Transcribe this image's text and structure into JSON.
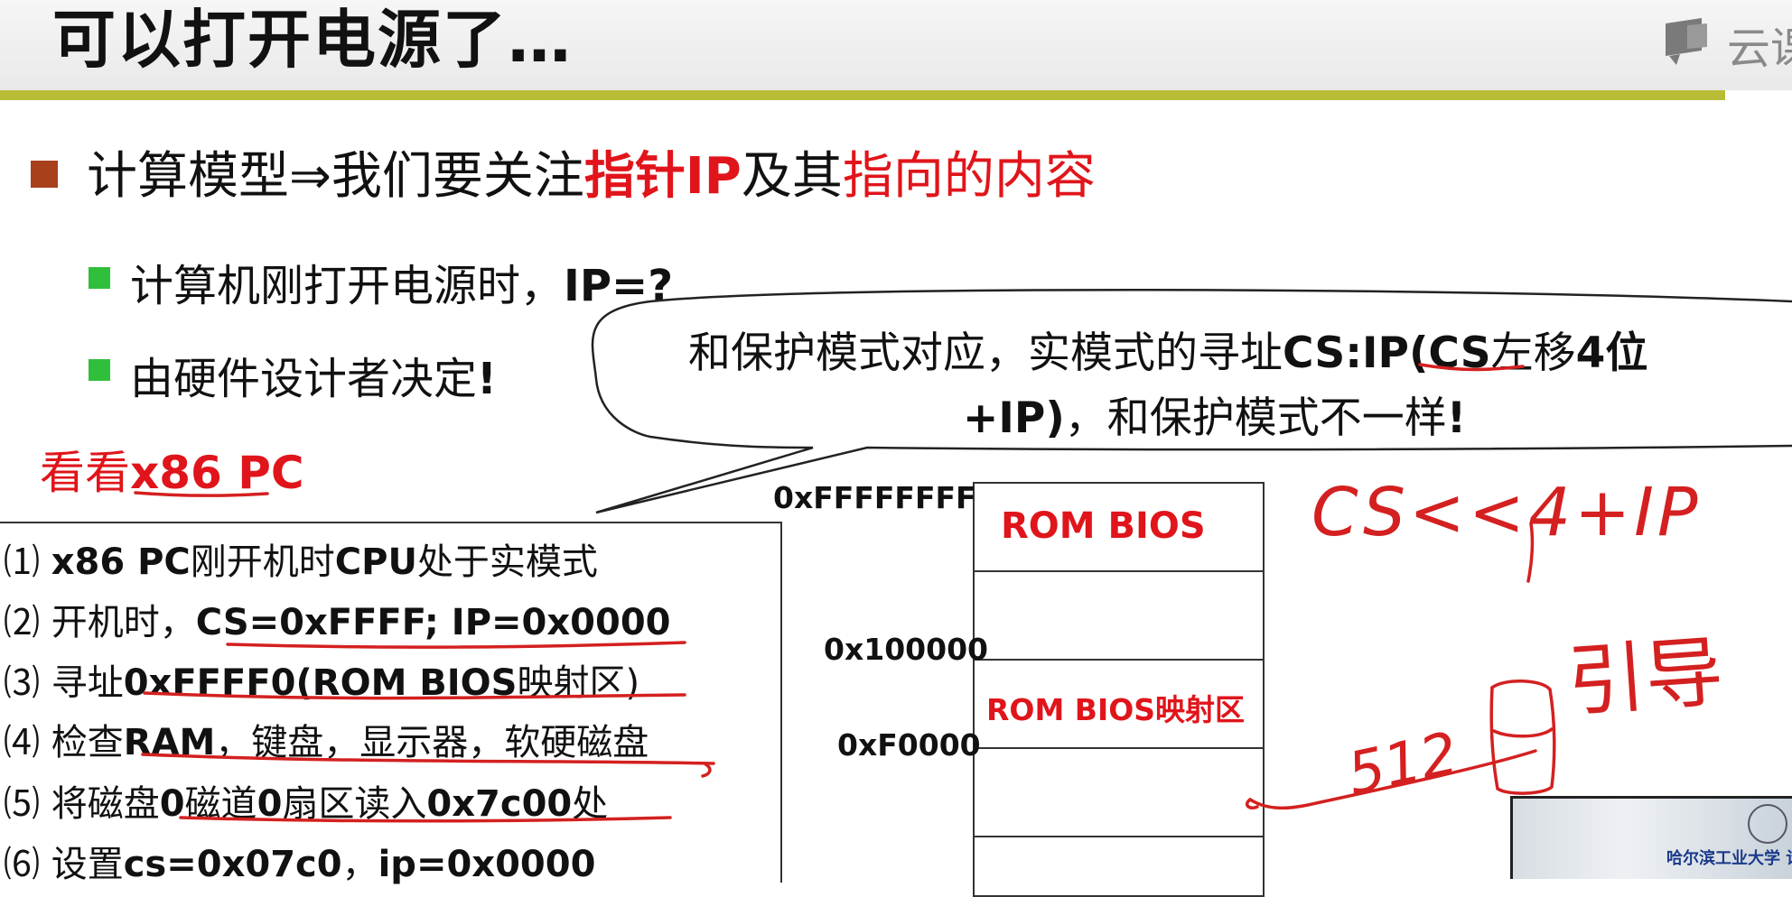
{
  "header": {
    "title": "可以打开电源了…",
    "logo_text": "云课"
  },
  "bullets": {
    "main": {
      "part1": "计算模型⇒我们要关注",
      "part2": "指针IP",
      "part3": "及其",
      "part4": "指向的内容"
    },
    "sub1": {
      "part1": "计算机刚打开电源时，",
      "part2": "IP=?"
    },
    "sub2": {
      "part1": "由硬件设计者决定",
      "part2": "!"
    }
  },
  "bubble": {
    "line1_a": "和保护模式对应，实模式的寻址",
    "line1_b": "CS:IP(CS",
    "line1_c": "左移",
    "line1_d": "4位",
    "line2_a": "+IP)",
    "line2_b": "，和保护模式不一样",
    "line2_c": "!"
  },
  "look_label": {
    "part1": "看看",
    "part2": "x86 PC"
  },
  "steps": [
    {
      "num": "⑴",
      "a": "x86 PC",
      "b": "刚开机时",
      "c": "CPU",
      "d": "处于实模式"
    },
    {
      "num": "⑵",
      "a": "开机时，",
      "b": "CS=0xFFFF; IP=0x0000"
    },
    {
      "num": "⑶",
      "a": "寻址",
      "b": "0xFFFF0(ROM BIOS",
      "c": "映射区)"
    },
    {
      "num": "⑷",
      "a": "检查",
      "b": "RAM",
      "c": "，键盘，显示器，软硬磁盘"
    },
    {
      "num": "⑸",
      "a": "将磁盘",
      "b": "0",
      "c": "磁道",
      "d": "0",
      "e": "扇区读入",
      "f": "0x7c00",
      "g": "处"
    },
    {
      "num": "⑹",
      "a": "设置",
      "b": "cs=0x07c0",
      "c": "，",
      "d": "ip=0x0000"
    }
  ],
  "memory": {
    "addr_top": "0xFFFFFFFF",
    "addr_1m": "0x100000",
    "addr_f0000": "0xF0000",
    "cell_rom": "ROM BIOS",
    "cell_map": "ROM BIOS映射区"
  },
  "handwriting": {
    "cs_formula": "CS<<4+IP",
    "yin": "引导",
    "num_512": "512"
  },
  "video_thumb": {
    "caption": "哈尔滨工业大学 计算机科学"
  },
  "colors": {
    "title_rule": "#b9bd36",
    "accent_red": "#e0151b",
    "bullet_main": "#a8401b",
    "bullet_sub": "#2fbf3a",
    "ink": "#d42020"
  }
}
